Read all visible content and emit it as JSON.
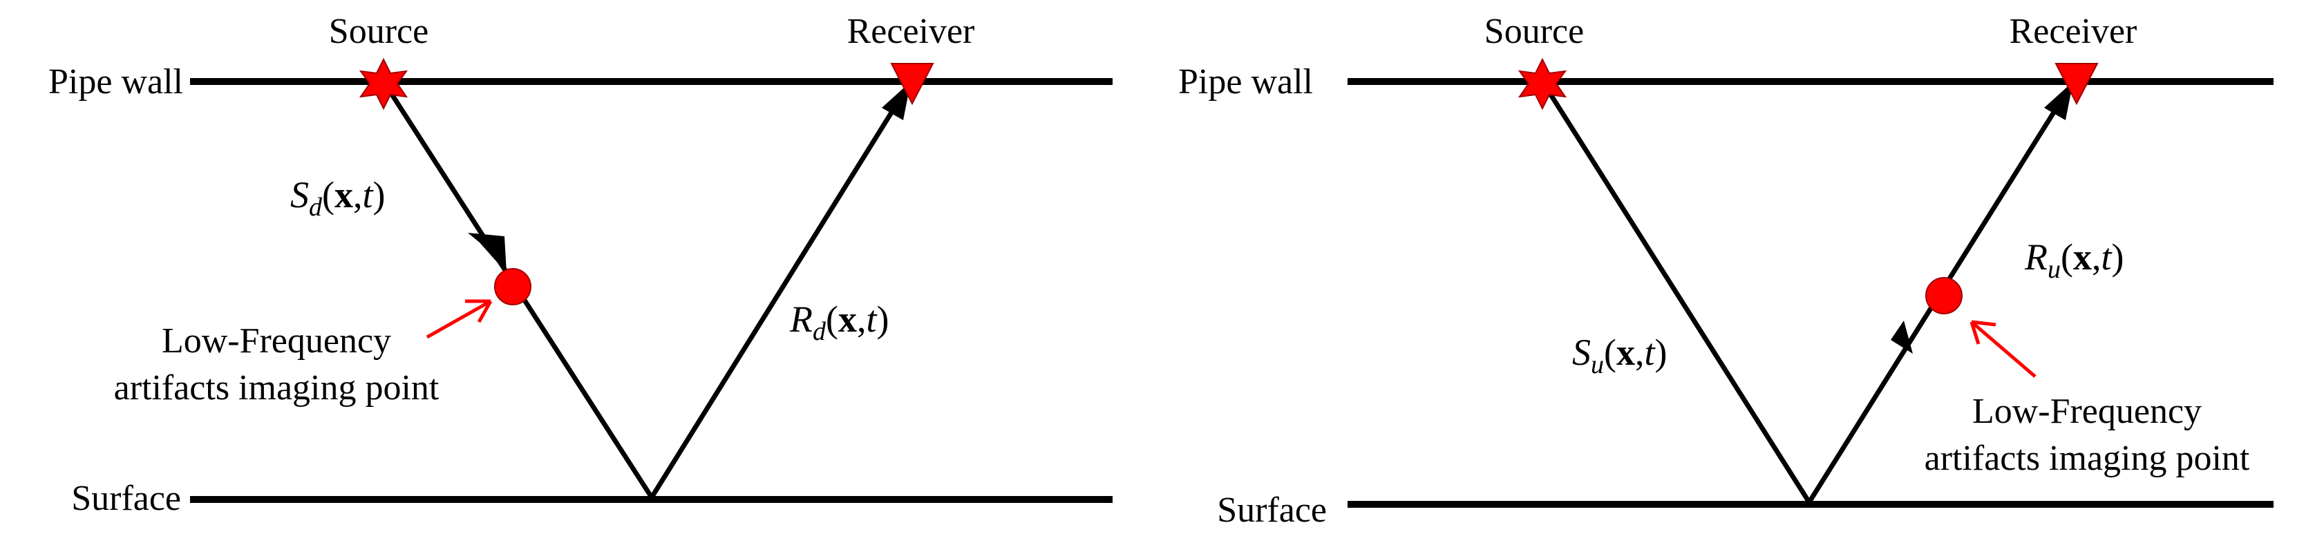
{
  "colors": {
    "line": "#000000",
    "marker": "#ff0000",
    "marker_stroke": "#c00000",
    "callout_arrow": "#ff0000"
  },
  "labels": {
    "source": "Source",
    "receiver": "Receiver",
    "pipe_wall": "Pipe wall",
    "surface": "Surface",
    "low_freq_line1": "Low-Frequency",
    "low_freq_line2": "artifacts imaging point"
  },
  "math": {
    "S": "S",
    "R": "R",
    "sub_d": "d",
    "sub_u": "u",
    "open_paren": "(",
    "x": "x",
    "comma": ",",
    "t": "t",
    "close_paren": ")"
  },
  "icons": {
    "source_marker": "red-star-icon",
    "receiver_marker": "red-down-triangle-icon",
    "imaging_point": "red-circle-icon",
    "callout": "red-arrow-icon"
  }
}
